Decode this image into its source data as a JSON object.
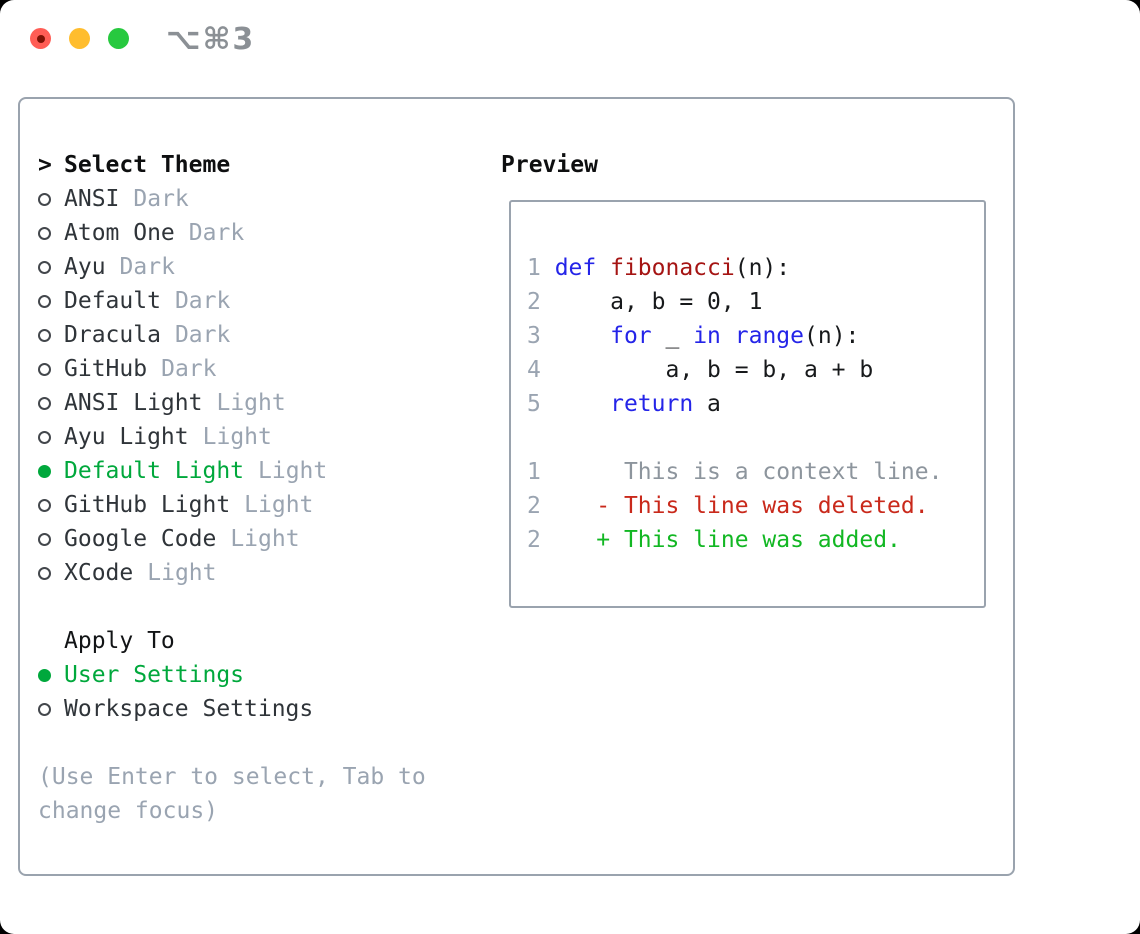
{
  "colors": {
    "accent_green": "#00a83c",
    "diff_add_green": "#12b723",
    "diff_del_red": "#c9291b",
    "keyword_blue": "#2424e8",
    "function_red": "#a51413",
    "muted_gray": "#9aa4b1",
    "context_gray": "#8d959d",
    "line_number_gray": "#9aa4b1",
    "item_text": "#2f3439",
    "heading_text": "#0e0f10",
    "border_gray": "#9aa3ae",
    "title_gray": "#8b9095",
    "light_red": "#ff5d55",
    "light_red_dot": "#7d1205",
    "light_yellow": "#ffbd2e",
    "light_green": "#27c93f"
  },
  "window": {
    "title": "⌥⌘3"
  },
  "theme_panel": {
    "prompt": ">",
    "heading": "Select Theme",
    "items": [
      {
        "name": "ANSI",
        "tag": "Dark",
        "selected": false
      },
      {
        "name": "Atom One",
        "tag": "Dark",
        "selected": false
      },
      {
        "name": "Ayu",
        "tag": "Dark",
        "selected": false
      },
      {
        "name": "Default",
        "tag": "Dark",
        "selected": false
      },
      {
        "name": "Dracula",
        "tag": "Dark",
        "selected": false
      },
      {
        "name": "GitHub",
        "tag": "Dark",
        "selected": false
      },
      {
        "name": "ANSI Light",
        "tag": "Light",
        "selected": false
      },
      {
        "name": "Ayu Light",
        "tag": "Light",
        "selected": false
      },
      {
        "name": "Default Light",
        "tag": "Light",
        "selected": true
      },
      {
        "name": "GitHub Light",
        "tag": "Light",
        "selected": false
      },
      {
        "name": "Google Code",
        "tag": "Light",
        "selected": false
      },
      {
        "name": "XCode",
        "tag": "Light",
        "selected": false
      }
    ]
  },
  "apply_to": {
    "heading": "Apply To",
    "items": [
      {
        "label": "User Settings",
        "selected": true
      },
      {
        "label": "Workspace Settings",
        "selected": false
      }
    ]
  },
  "help_text": "(Use Enter to select, Tab to\nchange focus)",
  "preview": {
    "heading": "Preview",
    "lines": [
      {
        "segments": [
          [
            "1 ",
            "num"
          ],
          [
            "def ",
            "kw"
          ],
          [
            "fibonacci",
            "fn"
          ],
          [
            "(n):",
            "plain"
          ]
        ]
      },
      {
        "segments": [
          [
            "2 ",
            "num"
          ],
          [
            "    a, b = 0, 1",
            "plain"
          ]
        ]
      },
      {
        "segments": [
          [
            "3 ",
            "num"
          ],
          [
            "    ",
            "plain"
          ],
          [
            "for",
            "kw"
          ],
          [
            " _ ",
            "plain"
          ],
          [
            "in",
            "kw"
          ],
          [
            " ",
            "plain"
          ],
          [
            "range",
            "kw"
          ],
          [
            "(n):",
            "plain"
          ]
        ]
      },
      {
        "segments": [
          [
            "4 ",
            "num"
          ],
          [
            "        a, b = b, a + b",
            "plain"
          ]
        ]
      },
      {
        "segments": [
          [
            "5 ",
            "num"
          ],
          [
            "    ",
            "plain"
          ],
          [
            "return",
            "kw"
          ],
          [
            " a",
            "plain"
          ]
        ]
      },
      {
        "segments": []
      },
      {
        "segments": [
          [
            "1 ",
            "num"
          ],
          [
            "     This is a context line.",
            "ctx"
          ]
        ]
      },
      {
        "segments": [
          [
            "2 ",
            "num"
          ],
          [
            "   - This line was deleted.",
            "del"
          ]
        ]
      },
      {
        "segments": [
          [
            "2 ",
            "num"
          ],
          [
            "   + This line was added.",
            "add"
          ]
        ]
      }
    ]
  }
}
